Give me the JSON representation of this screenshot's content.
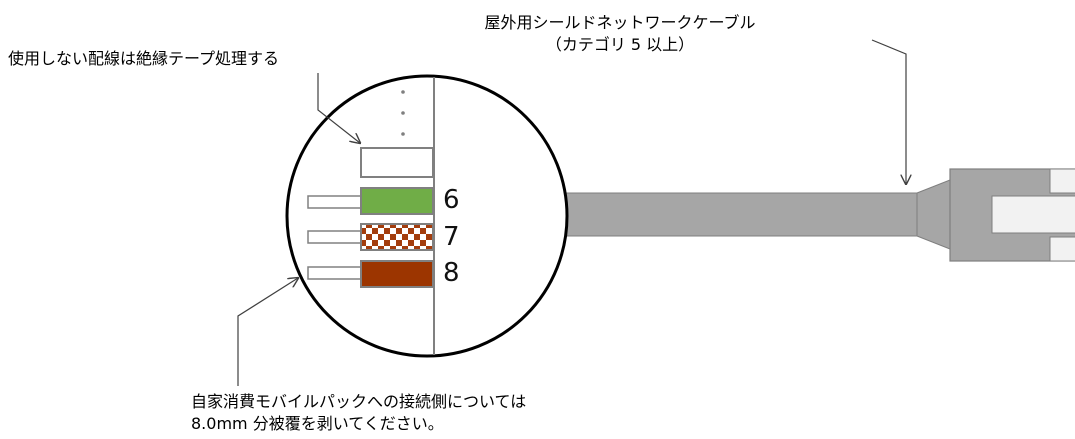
{
  "labels": {
    "unused_wires_note": "使用しない配線は絶縁テープ処理する",
    "cable_title_line1": "屋外用シールドネットワークケーブル",
    "cable_title_line2": "（カテゴリ 5 以上）",
    "strip_note_line1": "自家消費モバイルパックへの接続側については",
    "strip_note_line2": "8.0mm 分被覆を剥いてください。"
  },
  "wires": [
    {
      "number": "6",
      "color": "#70ad47",
      "pattern": "solid"
    },
    {
      "number": "7",
      "color": "#a33d0d",
      "pattern": "checkered"
    },
    {
      "number": "8",
      "color": "#9c3500",
      "pattern": "solid"
    }
  ],
  "colors": {
    "cable_gray": "#a6a6a6",
    "cable_outline": "#7f7f7f",
    "connector_light": "#f2f2f2",
    "line": "#404040"
  }
}
